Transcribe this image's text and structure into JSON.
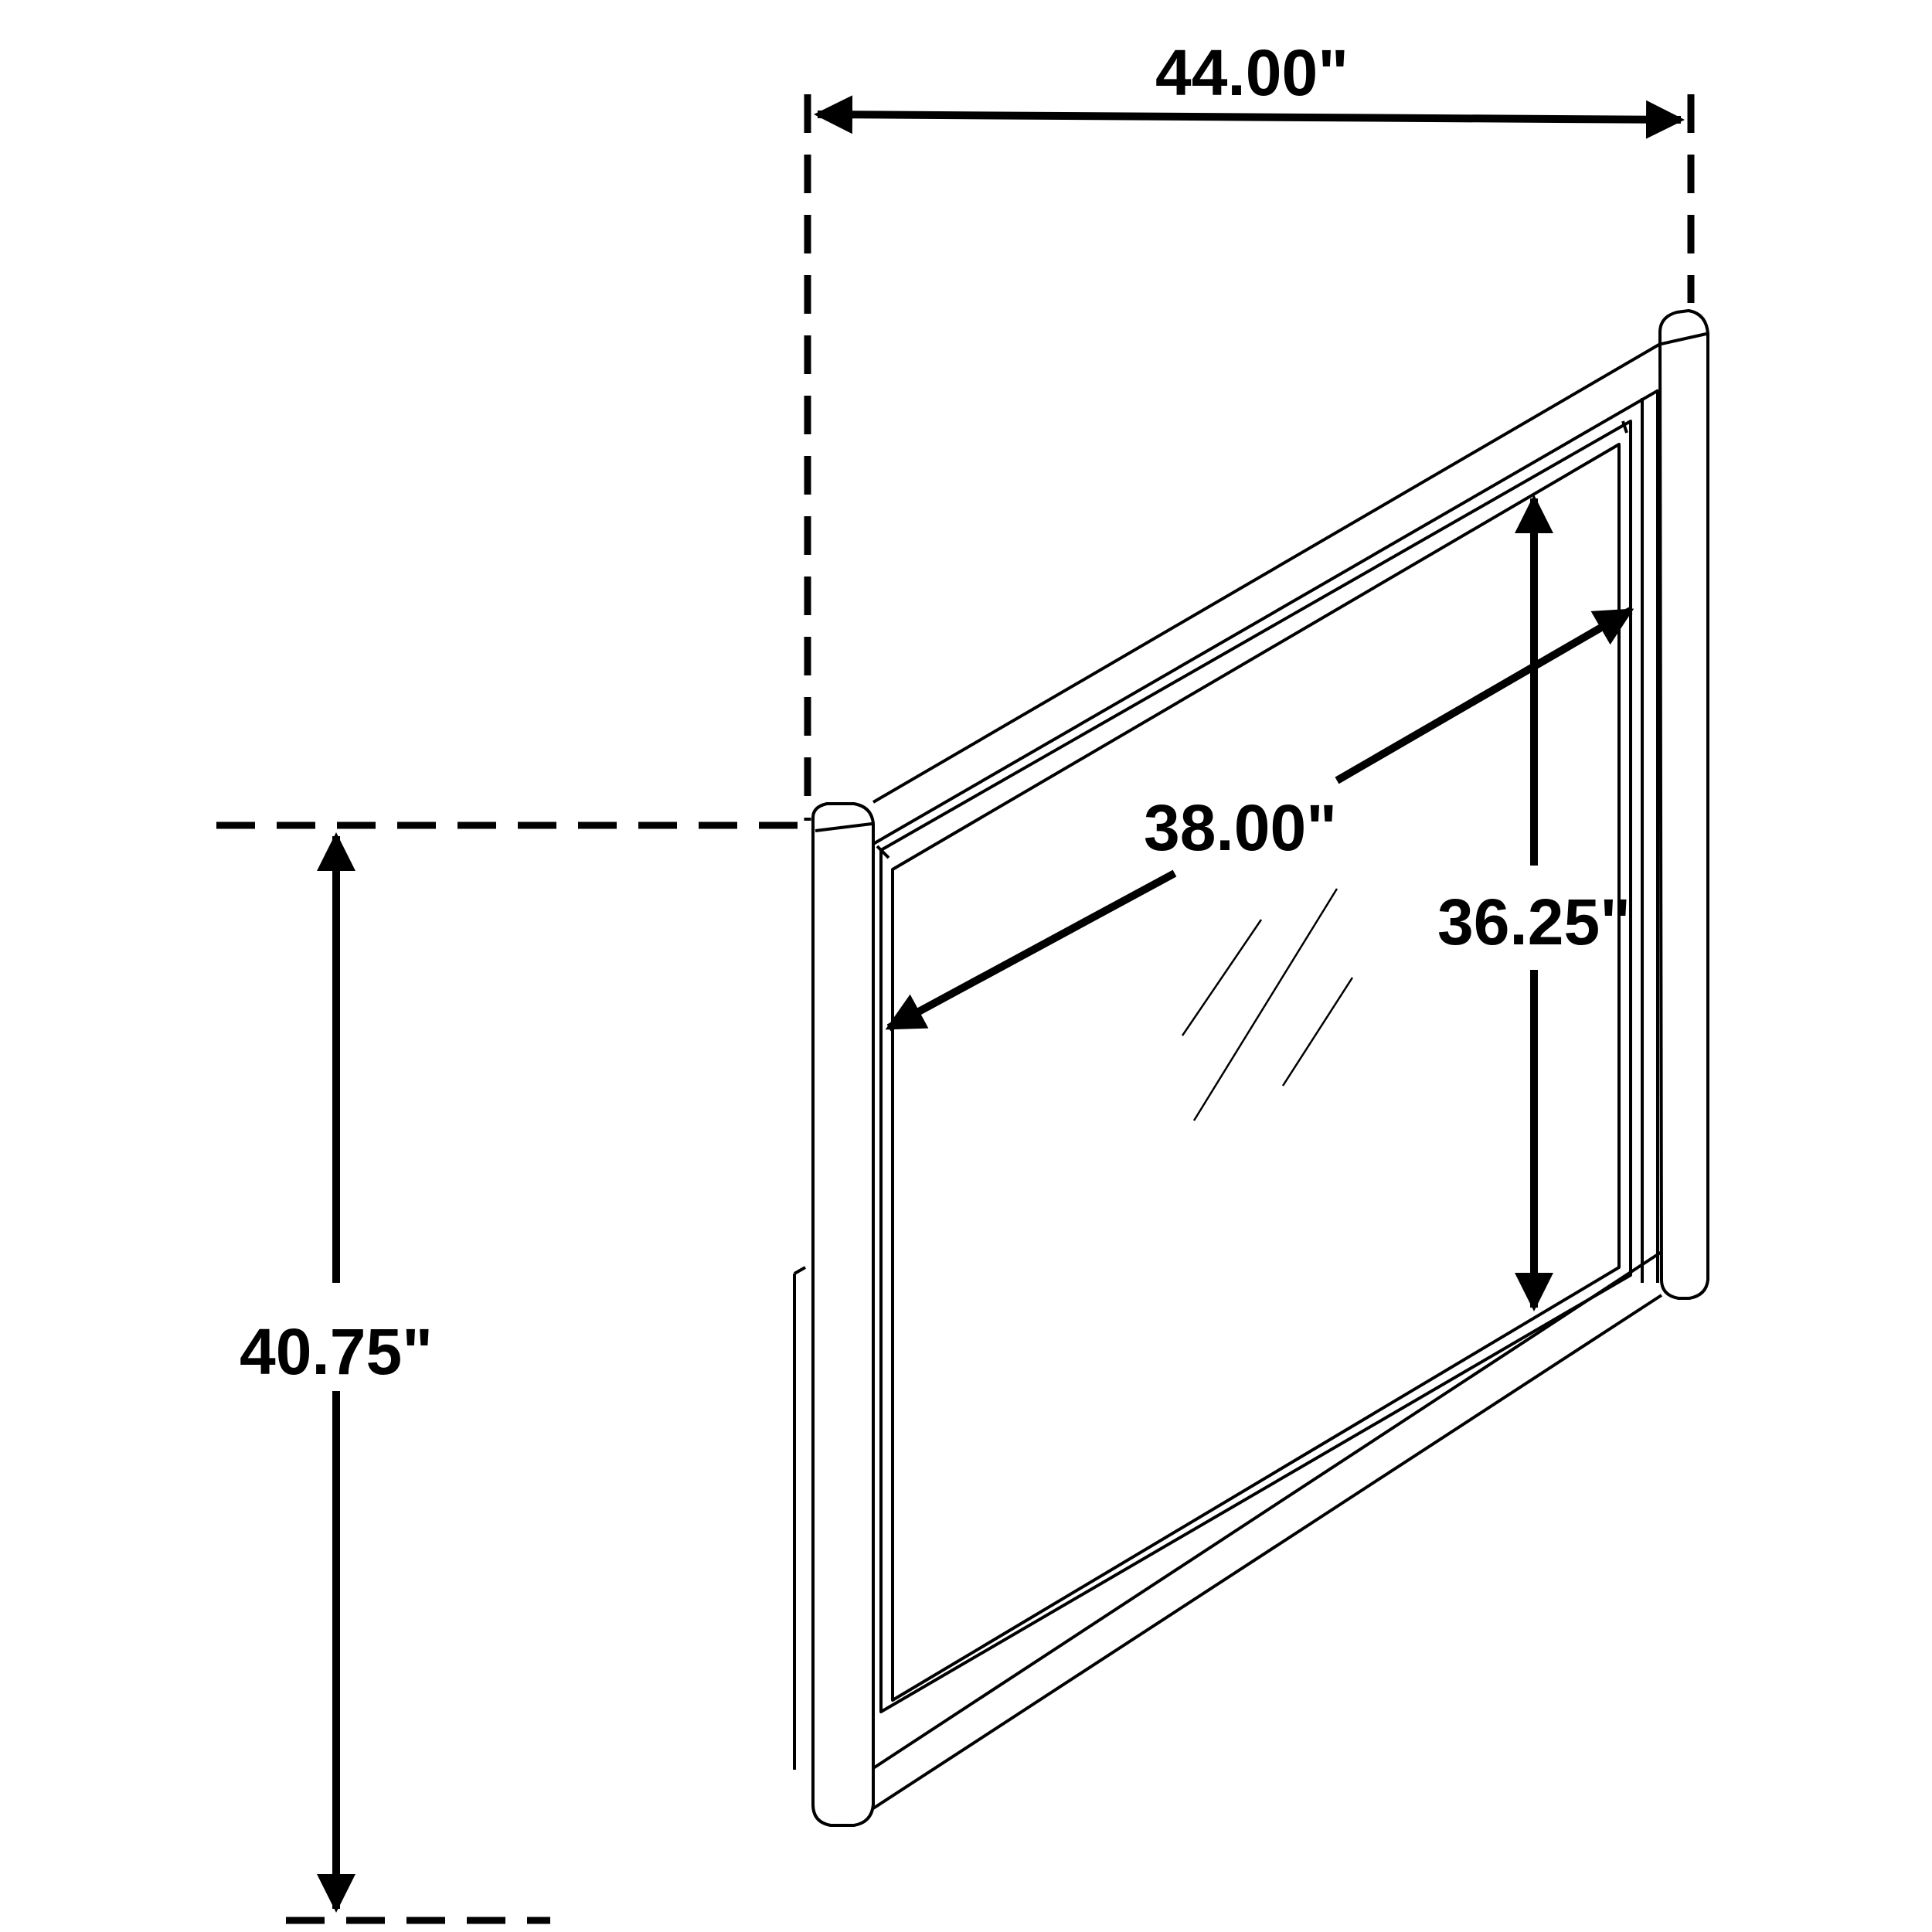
{
  "diagram": {
    "dimensions": {
      "overall_width": "44.00\"",
      "overall_height": "40.75\"",
      "glass_width": "38.00\"",
      "glass_height": "36.25\""
    },
    "colors": {
      "line": "#000000",
      "background": "#ffffff"
    }
  }
}
